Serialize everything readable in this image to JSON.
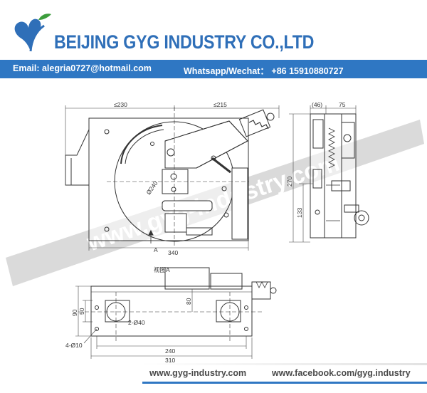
{
  "header": {
    "company": "BEIJING GYG INDUSTRY CO.,LTD",
    "logo_icon": "heart-leaf-logo-icon",
    "brand_color": "#2f6fb8"
  },
  "contact": {
    "email": "Email: alegria0727@hotmail.com",
    "phone": "Whatsapp/Wechat： +86 15910880727",
    "bar_color": "#2f77c3"
  },
  "drawing": {
    "watermark": "www.gyg-industry.com",
    "dims": {
      "d230": "≤230",
      "d215": "≤215",
      "d46": "(46)",
      "d75": "75",
      "d270": "270",
      "d133": "133",
      "phi240": "Ø240",
      "d340": "340",
      "markA": "A",
      "view": "视图A",
      "d80": "80",
      "d90": "90",
      "d50": "50",
      "holes2": "2-Ø40",
      "holes4": "4-Ø10",
      "d240": "240",
      "d310": "310"
    }
  },
  "footer": {
    "site": "www.gyg-industry.com",
    "facebook": "www.facebook.com/gyg.industry"
  }
}
